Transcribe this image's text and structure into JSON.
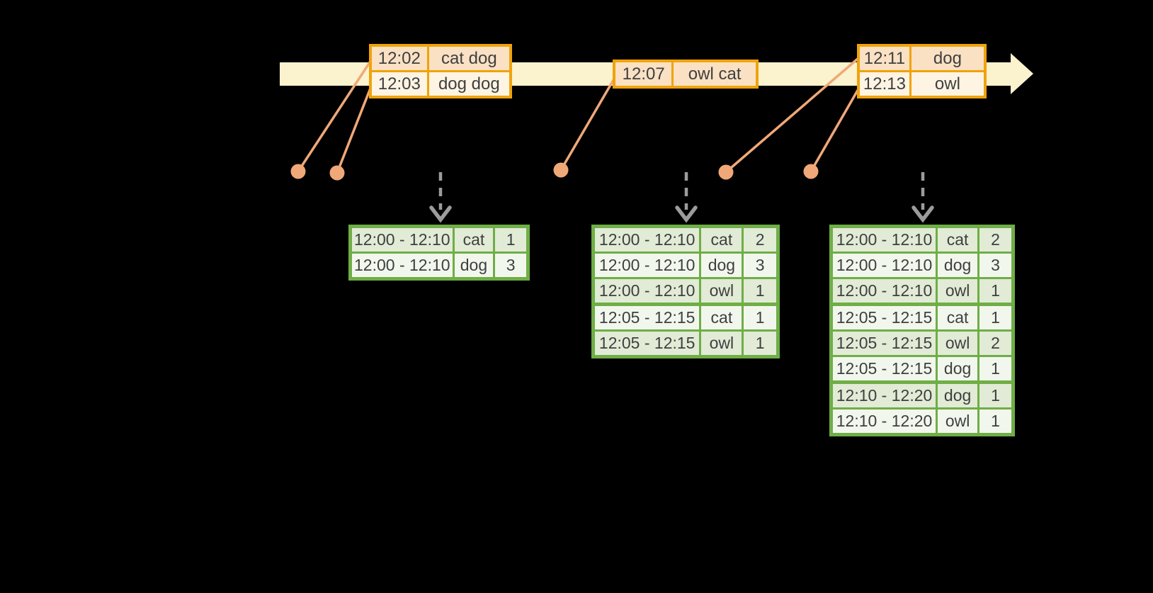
{
  "timeline": {
    "events": [
      {
        "rows": [
          {
            "time": "12:02",
            "words": "cat dog"
          },
          {
            "time": "12:03",
            "words": "dog dog"
          }
        ]
      },
      {
        "rows": [
          {
            "time": "12:07",
            "words": "owl cat"
          }
        ]
      },
      {
        "rows": [
          {
            "time": "12:11",
            "words": "dog"
          },
          {
            "time": "12:13",
            "words": "owl"
          }
        ]
      }
    ]
  },
  "result_tables": [
    {
      "rows": [
        {
          "window": "12:00 - 12:10",
          "word": "cat",
          "count": 1
        },
        {
          "window": "12:00 - 12:10",
          "word": "dog",
          "count": 3
        }
      ]
    },
    {
      "rows": [
        {
          "window": "12:00 - 12:10",
          "word": "cat",
          "count": 2
        },
        {
          "window": "12:00 - 12:10",
          "word": "dog",
          "count": 3
        },
        {
          "window": "12:00 - 12:10",
          "word": "owl",
          "count": 1
        },
        {
          "window": "12:05 - 12:15",
          "word": "cat",
          "count": 1
        },
        {
          "window": "12:05 - 12:15",
          "word": "owl",
          "count": 1
        }
      ]
    },
    {
      "rows": [
        {
          "window": "12:00 - 12:10",
          "word": "cat",
          "count": 2
        },
        {
          "window": "12:00 - 12:10",
          "word": "dog",
          "count": 3
        },
        {
          "window": "12:00 - 12:10",
          "word": "owl",
          "count": 1
        },
        {
          "window": "12:05 - 12:15",
          "word": "cat",
          "count": 1
        },
        {
          "window": "12:05 - 12:15",
          "word": "owl",
          "count": 2
        },
        {
          "window": "12:05 - 12:15",
          "word": "dog",
          "count": 1
        },
        {
          "window": "12:10 - 12:20",
          "word": "dog",
          "count": 1
        },
        {
          "window": "12:10 - 12:20",
          "word": "owl",
          "count": 1
        }
      ]
    }
  ],
  "colors": {
    "background": "#000000",
    "timeline_fill": "#FBF2CE",
    "event_border": "#F0A30A",
    "event_row_dark": "#FAE1C4",
    "event_row_light": "#FDF4E3",
    "marker": "#F0A878",
    "trigger_arrow": "#9C9C9C",
    "table_border": "#6FAE46",
    "table_row_dark": "#E1EBD6",
    "table_row_light": "#F2F7EE",
    "text": "#3F3F3F"
  }
}
